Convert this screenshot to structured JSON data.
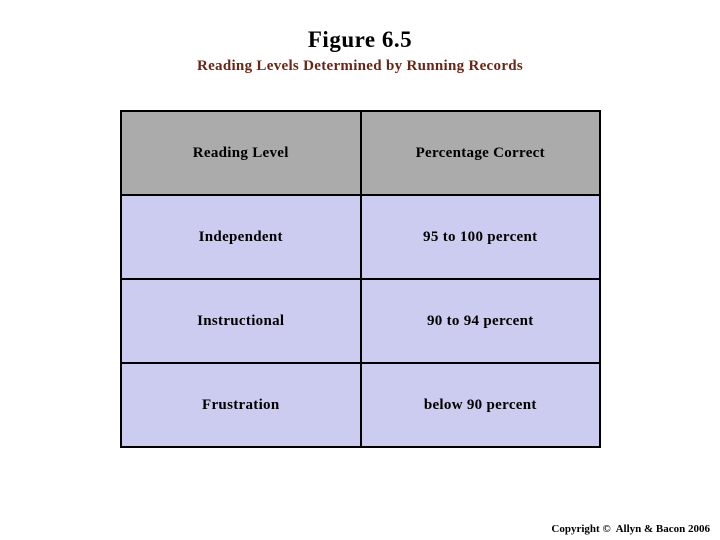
{
  "header": {
    "title": "Figure 6.5",
    "subtitle": "Reading Levels Determined by Running Records",
    "subtitle_color": "#6e2413"
  },
  "table": {
    "columns": [
      "Reading Level",
      "Percentage Correct"
    ],
    "rows": [
      {
        "level": "Independent",
        "percentage": "95 to 100 percent"
      },
      {
        "level": "Instructional",
        "percentage": "90 to 94 percent"
      },
      {
        "level": "Frustration",
        "percentage": "below 90 percent"
      }
    ],
    "header_bg": "#ababab",
    "row_bg": "#ccccf0",
    "border_color": "#000000"
  },
  "footer": {
    "copyright": "Copyright ©  Allyn & Bacon 2006"
  }
}
